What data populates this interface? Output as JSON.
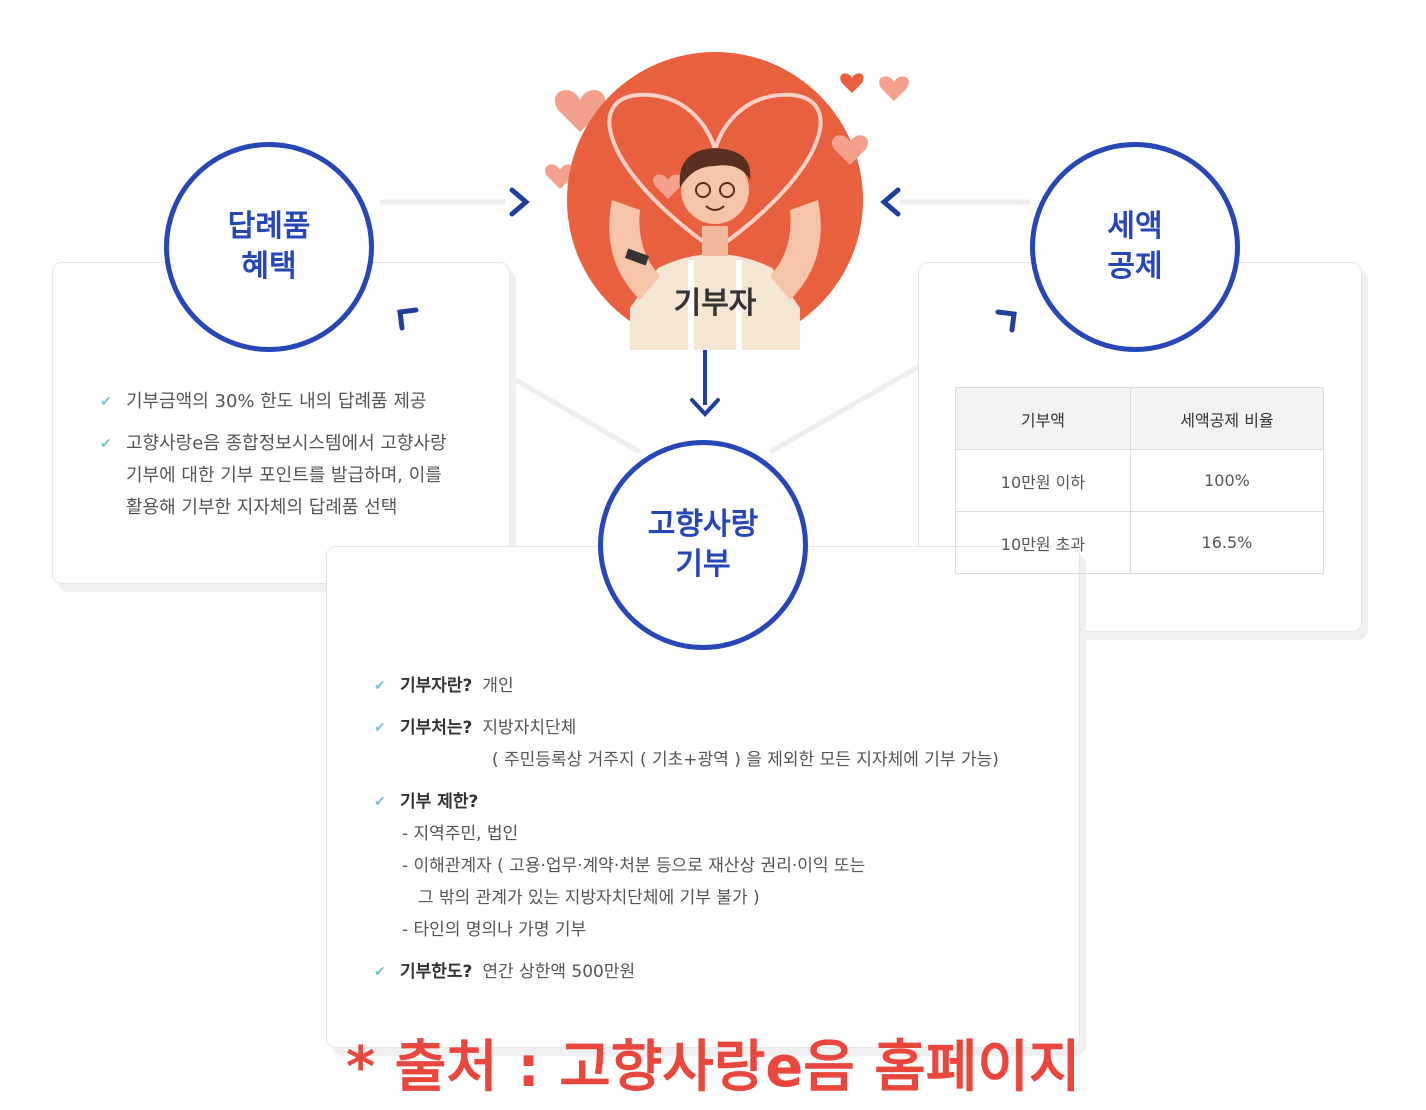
{
  "circles": {
    "gift": "답례품\n혜택",
    "tax": "세액\n공제",
    "hometown": "고향사랑\n기부",
    "donor": "기부자"
  },
  "gift_benefits": [
    "기부금액의 30% 한도 내의 답례품 제공",
    "고향사랑e음 종합정보시스템에서 고향사랑 기부에 대한 기부 포인트를 발급하며, 이를 활용해 기부한 지자체의 답례품 선택"
  ],
  "tax_table": {
    "headers": [
      "기부액",
      "세액공제 비율"
    ],
    "rows": [
      [
        "10만원 이하",
        "100%"
      ],
      [
        "10만원 초과",
        "16.5%"
      ]
    ]
  },
  "hometown_info": {
    "donor_q": "기부자란?",
    "donor_a": "개인",
    "target_q": "기부처는?",
    "target_a": "지방자치단체",
    "target_note": "( 주민등록상 거주지 ( 기초+광역 ) 을 제외한 모든 지자체에 기부 가능)",
    "limit_q": "기부 제한?",
    "limit_1": "- 지역주민, 법인",
    "limit_2a": "- 이해관계자 ( 고용·업무·계약·처분 등으로 재산상 권리·이익 또는",
    "limit_2b": "그 밖의 관계가 있는 지방자치단체에 기부 불가 )",
    "limit_3": "- 타인의 명의나 가명 기부",
    "cap_q": "기부한도?",
    "cap_a": "연간 상한액 500만원"
  },
  "source": "* 출처 : 고향사랑e음 홈페이지",
  "colors": {
    "accent": "#2747b8",
    "donor_bg": "#e9603f",
    "source": "#e9473d"
  }
}
